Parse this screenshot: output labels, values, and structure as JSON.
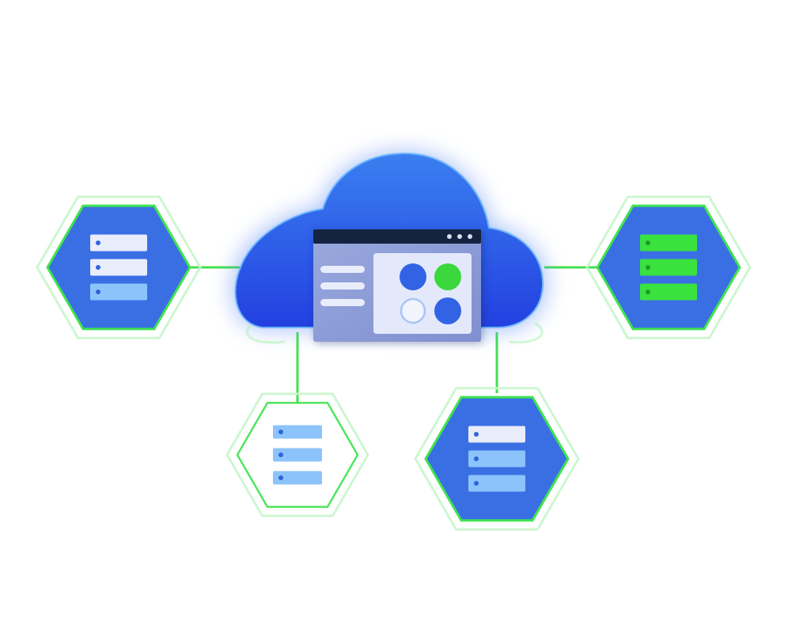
{
  "colors": {
    "background": "#ffffff",
    "cloud_top": "#3576ee",
    "cloud_bottom": "#2442e0",
    "hex_fill": "#3a6fe4",
    "hex_outline": "#3fe34f",
    "hex_halo": "#c9f5cc",
    "connector": "#43e04f",
    "server_white": "#e9ecfb",
    "server_light_blue": "#8cc3fb",
    "server_green": "#3ae23f",
    "server_dot_blue": "#2f63da",
    "server_dot_green": "#1d9c2a",
    "window_titlebar": "#162340",
    "window_body": "#8d9ed8",
    "window_panel": "#e3e9fb",
    "tile_blue": "#3363e5",
    "tile_green": "#3ad83c"
  },
  "icons": {
    "cloud": "cloud-icon",
    "window": "app-window-icon",
    "server": "server-rack-icon"
  },
  "nodes": [
    {
      "id": "left",
      "shape": "hexagon",
      "filled": true,
      "server_colors": [
        "white",
        "white",
        "light_blue"
      ]
    },
    {
      "id": "right",
      "shape": "hexagon",
      "filled": true,
      "server_colors": [
        "green",
        "green",
        "green"
      ]
    },
    {
      "id": "bottom-left",
      "shape": "hexagon",
      "filled": false,
      "server_colors": [
        "light_blue",
        "light_blue",
        "light_blue"
      ]
    },
    {
      "id": "bottom-right",
      "shape": "hexagon",
      "filled": true,
      "server_colors": [
        "white",
        "light_blue",
        "light_blue"
      ]
    }
  ],
  "window": {
    "titlebar_dots": 3,
    "menu_lines": 3,
    "tiles": [
      "blue",
      "green",
      "outline",
      "blue"
    ]
  }
}
